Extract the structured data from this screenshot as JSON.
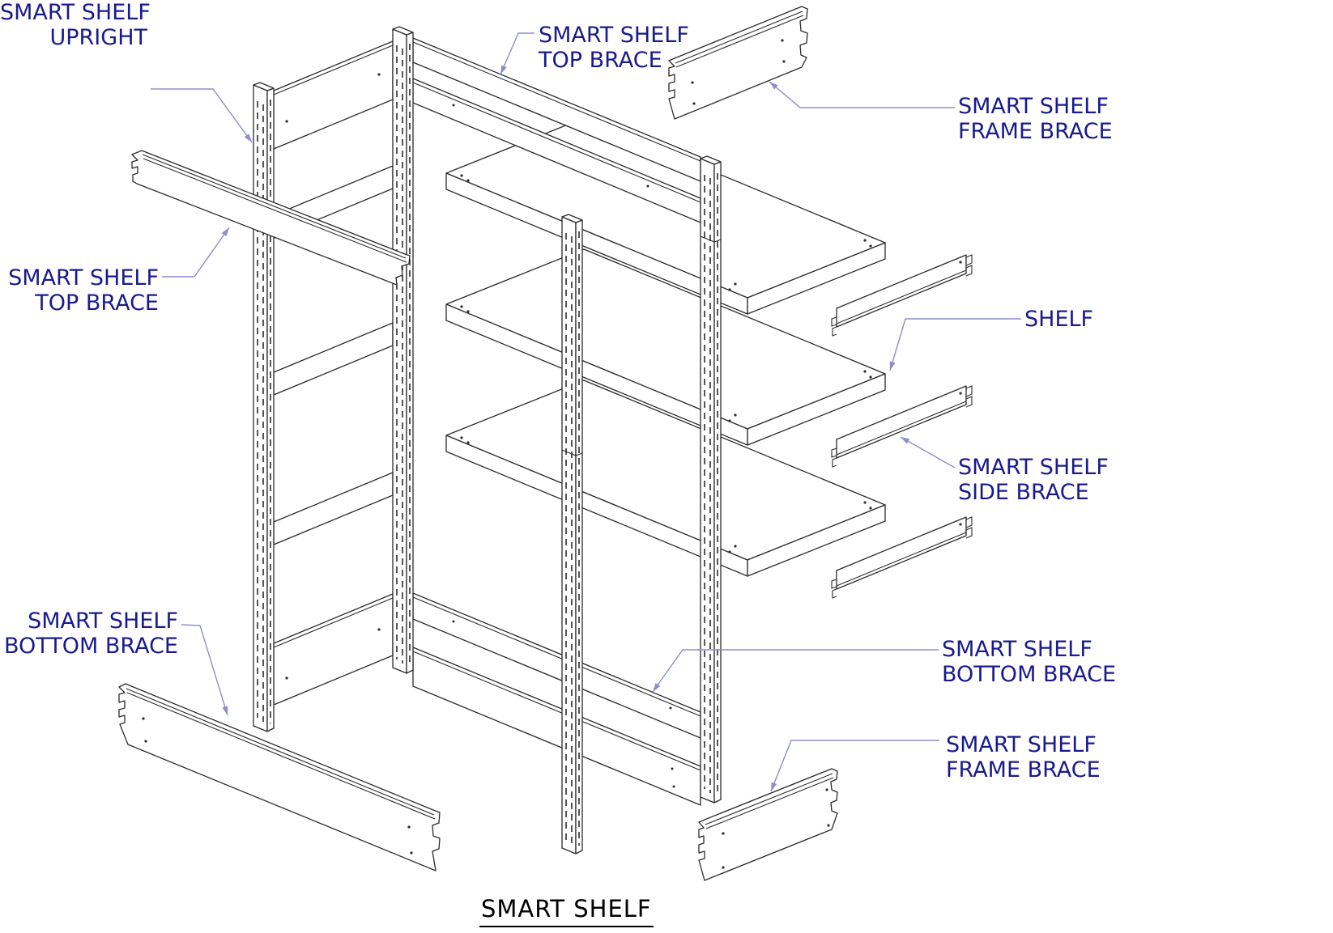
{
  "diagram": {
    "title": "SMART SHELF",
    "labels": {
      "upright": {
        "line1": "SMART SHELF",
        "line2": "UPRIGHT"
      },
      "top_brace_top": {
        "line1": "SMART SHELF",
        "line2": "TOP BRACE"
      },
      "frame_brace_top_right": {
        "line1": "SMART SHELF",
        "line2": "FRAME BRACE"
      },
      "top_brace_left": {
        "line1": "SMART SHELF",
        "line2": "TOP BRACE"
      },
      "shelf": {
        "line1": "SHELF"
      },
      "side_brace": {
        "line1": "SMART SHELF",
        "line2": "SIDE BRACE"
      },
      "bottom_brace_left": {
        "line1": "SMART SHELF",
        "line2": "BOTTOM BRACE"
      },
      "bottom_brace_right": {
        "line1": "SMART SHELF",
        "line2": "BOTTOM BRACE"
      },
      "frame_brace_bottom_right": {
        "line1": "SMART SHELF",
        "line2": "FRAME BRACE"
      }
    },
    "colors": {
      "label_text": "#1a1a8e",
      "leader_line": "#8d8dcb",
      "drawing_line": "#2b2b2b",
      "title_text": "#000000",
      "background": "#ffffff"
    }
  }
}
